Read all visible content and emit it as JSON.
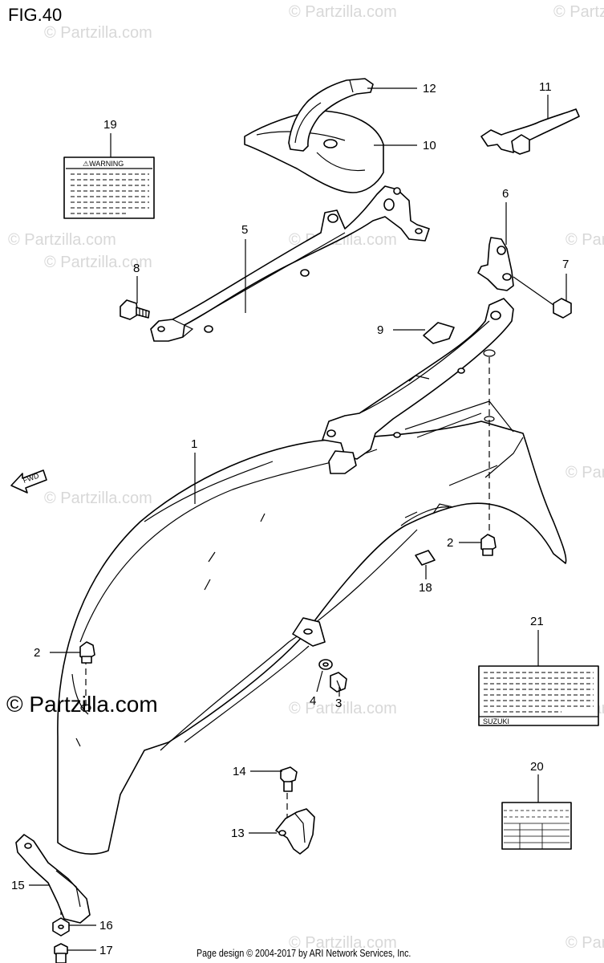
{
  "figure": {
    "title": "FIG.40",
    "footer": "Page design © 2004-2017 by ARI Network Services, Inc.",
    "watermark": "© Partzilla.com",
    "direction_arrow": "FWD",
    "warning_label_header": "⚠WARNING",
    "brand_label_text": "SUZUKI"
  },
  "callouts": [
    "1",
    "2",
    "2",
    "3",
    "4",
    "5",
    "6",
    "7",
    "8",
    "9",
    "10",
    "11",
    "12",
    "13",
    "14",
    "15",
    "16",
    "17",
    "18",
    "19",
    "20",
    "21"
  ]
}
